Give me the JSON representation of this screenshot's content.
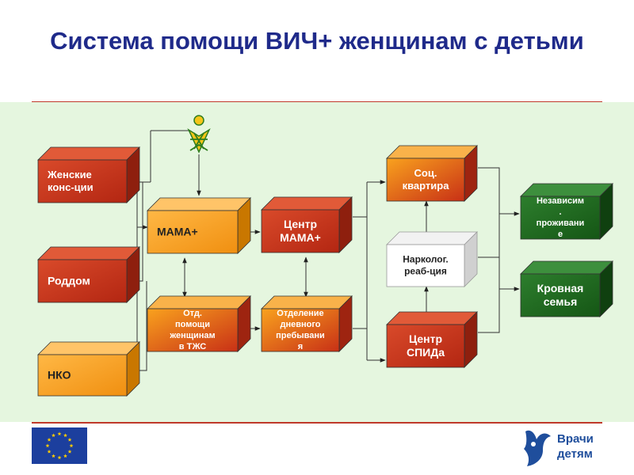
{
  "title": "Система помощи ВИЧ+ женщинам с детьми",
  "colors": {
    "title": "#1f2a8a",
    "rule": "#c0392b",
    "panel": "#e5f6df",
    "red_box": "#c8321c",
    "orange_box": "#f7a01e",
    "green_box": "#1d6b1f",
    "white_box": "#ffffff"
  },
  "nodes": {
    "zhenskie": [
      "Женские",
      "конс-ции"
    ],
    "roddom": [
      "Роддом"
    ],
    "nko": [
      "НКО"
    ],
    "mama": [
      "МАМА+"
    ],
    "otd_pomoshi": [
      "Отд.",
      "помощи",
      "женщинам",
      "в ТЖС"
    ],
    "centr_mama": [
      "Центр",
      "МАМА+"
    ],
    "otdelenie": [
      "Отделение",
      "дневного",
      "пребывани",
      "я"
    ],
    "soc_kvartira": [
      "Соц.",
      "квартира"
    ],
    "narkolog": [
      "Нарколог.",
      "реаб-ция"
    ],
    "centr_spid": [
      "Центр",
      "СПИДа"
    ],
    "nezavisim": [
      "Независим",
      ".",
      "проживани",
      "е"
    ],
    "krovnaya": [
      "Кровная",
      "семья"
    ]
  },
  "icons": {
    "figure": "mother-child-figure-icon",
    "eu_flag": "eu-flag-icon",
    "logo": "vrachi-detyam-logo-icon"
  },
  "logo_text": [
    "Врачи",
    "детям"
  ]
}
